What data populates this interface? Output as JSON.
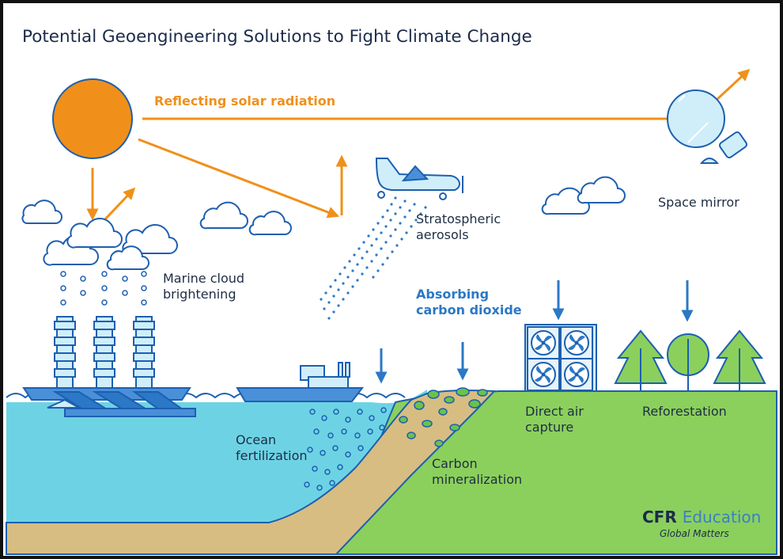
{
  "title": "Potential Geoengineering Solutions to Fight Climate Change",
  "headings": {
    "reflecting": "Reflecting solar radiation",
    "absorbing": [
      "Absorbing",
      "carbon dioxide"
    ]
  },
  "labels": {
    "marine_cloud": [
      "Marine cloud",
      "brightening"
    ],
    "stratospheric": [
      "Stratospheric",
      "aerosols"
    ],
    "space_mirror": "Space mirror",
    "ocean_fert": [
      "Ocean",
      "fertilization"
    ],
    "carbon_min": [
      "Carbon",
      "mineralization"
    ],
    "direct_air": [
      "Direct air",
      "capture"
    ],
    "reforestation": "Reforestation"
  },
  "brand": {
    "name": "CFR",
    "sub": "Education",
    "tagline": "Global Matters"
  },
  "colors": {
    "orange": "#f0901a",
    "blue": "#2b78c6",
    "dark_navy": "#1c2b4a",
    "ocean": "#6dd3e4",
    "land": "#8bd05c",
    "sand": "#d8bd82",
    "light_blue": "#cfeefa",
    "outline": "#1d5fb0"
  }
}
